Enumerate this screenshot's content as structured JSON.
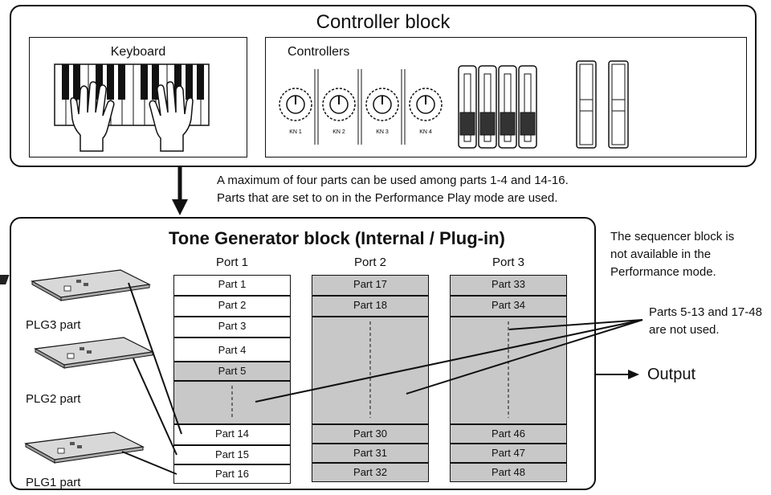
{
  "controller_block": {
    "title": "Controller block",
    "keyboard_label": "Keyboard",
    "controllers_label": "Controllers",
    "knobs": [
      "KN 1",
      "KN 2",
      "KN 3",
      "KN 4"
    ]
  },
  "note_parts": {
    "line1": "A maximum of four parts can be used among parts 1-4 and 14-16.",
    "line2": "Parts that are set to on in the Performance Play mode are used."
  },
  "tone_generator": {
    "title": "Tone Generator block (Internal / Plug-in)",
    "ports": [
      {
        "label": "Port 1",
        "top_parts": [
          "Part 1",
          "Part 2",
          "Part 3",
          "Part 4",
          "Part 5"
        ],
        "bottom_parts": [
          "Part 14",
          "Part 15",
          "Part 16"
        ]
      },
      {
        "label": "Port 2",
        "top_parts": [
          "Part 17",
          "Part 18"
        ],
        "bottom_parts": [
          "Part 30",
          "Part 31",
          "Part 32"
        ]
      },
      {
        "label": "Port 3",
        "top_parts": [
          "Part 33",
          "Part 34"
        ],
        "bottom_parts": [
          "Part 46",
          "Part 47",
          "Part 48"
        ]
      }
    ],
    "plugins": [
      "PLG3 part",
      "PLG2 part",
      "PLG1 part"
    ]
  },
  "sequencer_note": {
    "line1": "The sequencer block is",
    "line2": "not available in the",
    "line3": "Performance mode."
  },
  "unused_note": {
    "line1": "Parts 5-13 and 17-48",
    "line2": "are not used."
  },
  "output_label": "Output"
}
